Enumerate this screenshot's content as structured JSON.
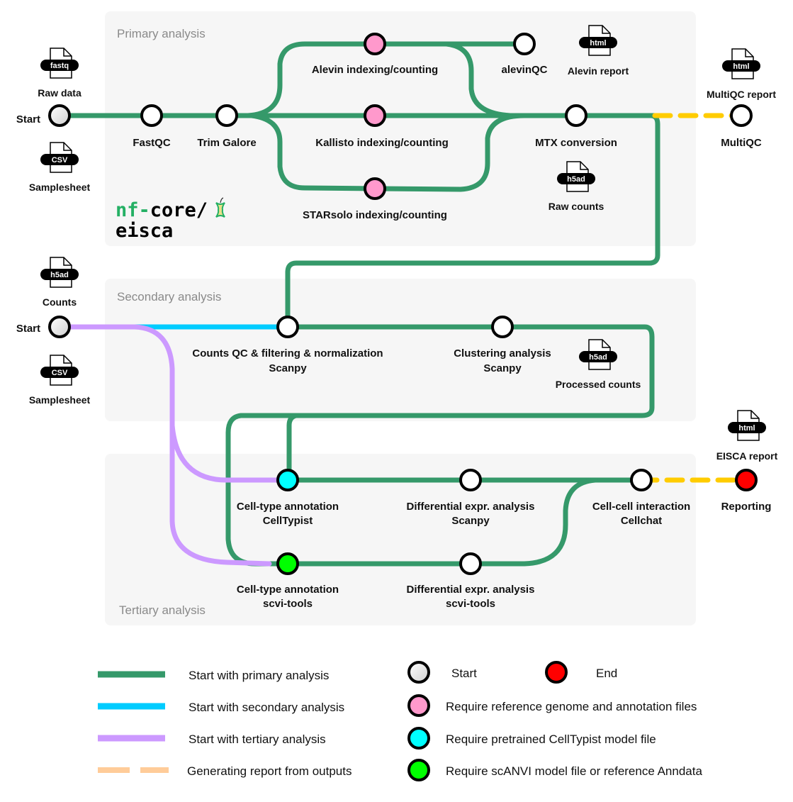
{
  "colors": {
    "primary_track": "#35996a",
    "secondary_track": "#00ccff",
    "tertiary_track": "#cc99ff",
    "report_track": "#ffcc00",
    "legend_report_track": "#ffcc99",
    "panel_bg": "#f6f6f6",
    "node_default": "#ffffff",
    "node_start": "#e6e6e6",
    "node_end": "#ff0000",
    "node_reference": "#ff99cc",
    "node_celltypist": "#00ffff",
    "node_scanvi": "#00ff00",
    "logo_green": "#24b064"
  },
  "panels": {
    "primary": "Primary analysis",
    "secondary": "Secondary analysis",
    "tertiary": "Tertiary  analysis"
  },
  "logo": {
    "prefix": "nf-",
    "core": "core/",
    "name": "eisca"
  },
  "inputs": {
    "primary_start": "Start",
    "primary_raw_tag": "fastq",
    "primary_raw_label": "Raw data",
    "primary_sheet_tag": "CSV",
    "primary_sheet_label": "Samplesheet",
    "secondary_start": "Start",
    "secondary_counts_tag": "h5ad",
    "secondary_counts_label": "Counts",
    "secondary_sheet_tag": "CSV",
    "secondary_sheet_label": "Samplesheet"
  },
  "nodes": {
    "fastqc": "FastQC",
    "trim_galore": "Trim Galore",
    "alevin": "Alevin indexing/counting",
    "alevinqc": "alevinQC",
    "kallisto": "Kallisto indexing/counting",
    "starsolo": "STARsolo indexing/counting",
    "mtx": "MTX conversion",
    "multiqc": "MultiQC",
    "counts_qc_l1": "Counts QC & filtering & normalization",
    "counts_qc_l2": "Scanpy",
    "clustering_l1": "Clustering analysis",
    "clustering_l2": "Scanpy",
    "celltypist_l1": "Cell-type annotation",
    "celltypist_l2": "CellTypist",
    "de_scanpy_l1": "Differential expr. analysis",
    "de_scanpy_l2": "Scanpy",
    "cellchat_l1": "Cell-cell interaction",
    "cellchat_l2": "Cellchat",
    "scvi_l1": "Cell-type annotation",
    "scvi_l2": "scvi-tools",
    "de_scvi_l1": "Differential expr. analysis",
    "de_scvi_l2": "scvi-tools",
    "reporting": "Reporting"
  },
  "outputs": {
    "alevin_report_tag": "html",
    "alevin_report_label": "Alevin report",
    "multiqc_report_tag": "html",
    "multiqc_report_label": "MultiQC report",
    "raw_counts_tag": "h5ad",
    "raw_counts_label": "Raw counts",
    "processed_counts_tag": "h5ad",
    "processed_counts_label": "Processed counts",
    "eisca_report_tag": "html",
    "eisca_report_label": "EISCA report"
  },
  "legend": {
    "lines": [
      "Start with primary analysis",
      "Start with secondary analysis",
      "Start with tertiary analysis",
      "Generating report from outputs"
    ],
    "nodes": [
      "Start",
      "End",
      "Require reference genome and annotation files",
      "Require pretrained CellTypist model file",
      "Require scANVI model file or reference Anndata"
    ]
  }
}
